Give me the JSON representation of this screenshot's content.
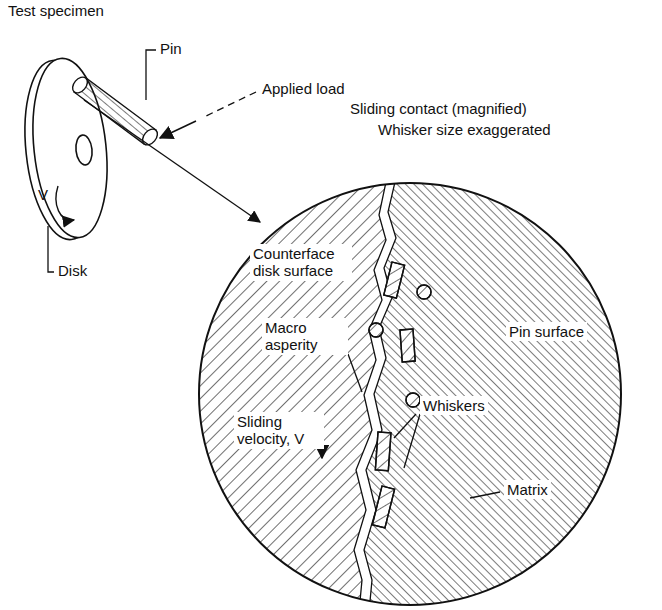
{
  "diagram": {
    "labels": [
      "Test specimen",
      "Pin",
      "Applied load",
      "Disk",
      "V",
      "Sliding contact (magnified)",
      "Whisker size exaggerated",
      "Counterface disk surface",
      "Pin surface",
      "Macro asperity",
      "Whiskers",
      "Sliding velocity, V",
      "Matrix"
    ]
  }
}
